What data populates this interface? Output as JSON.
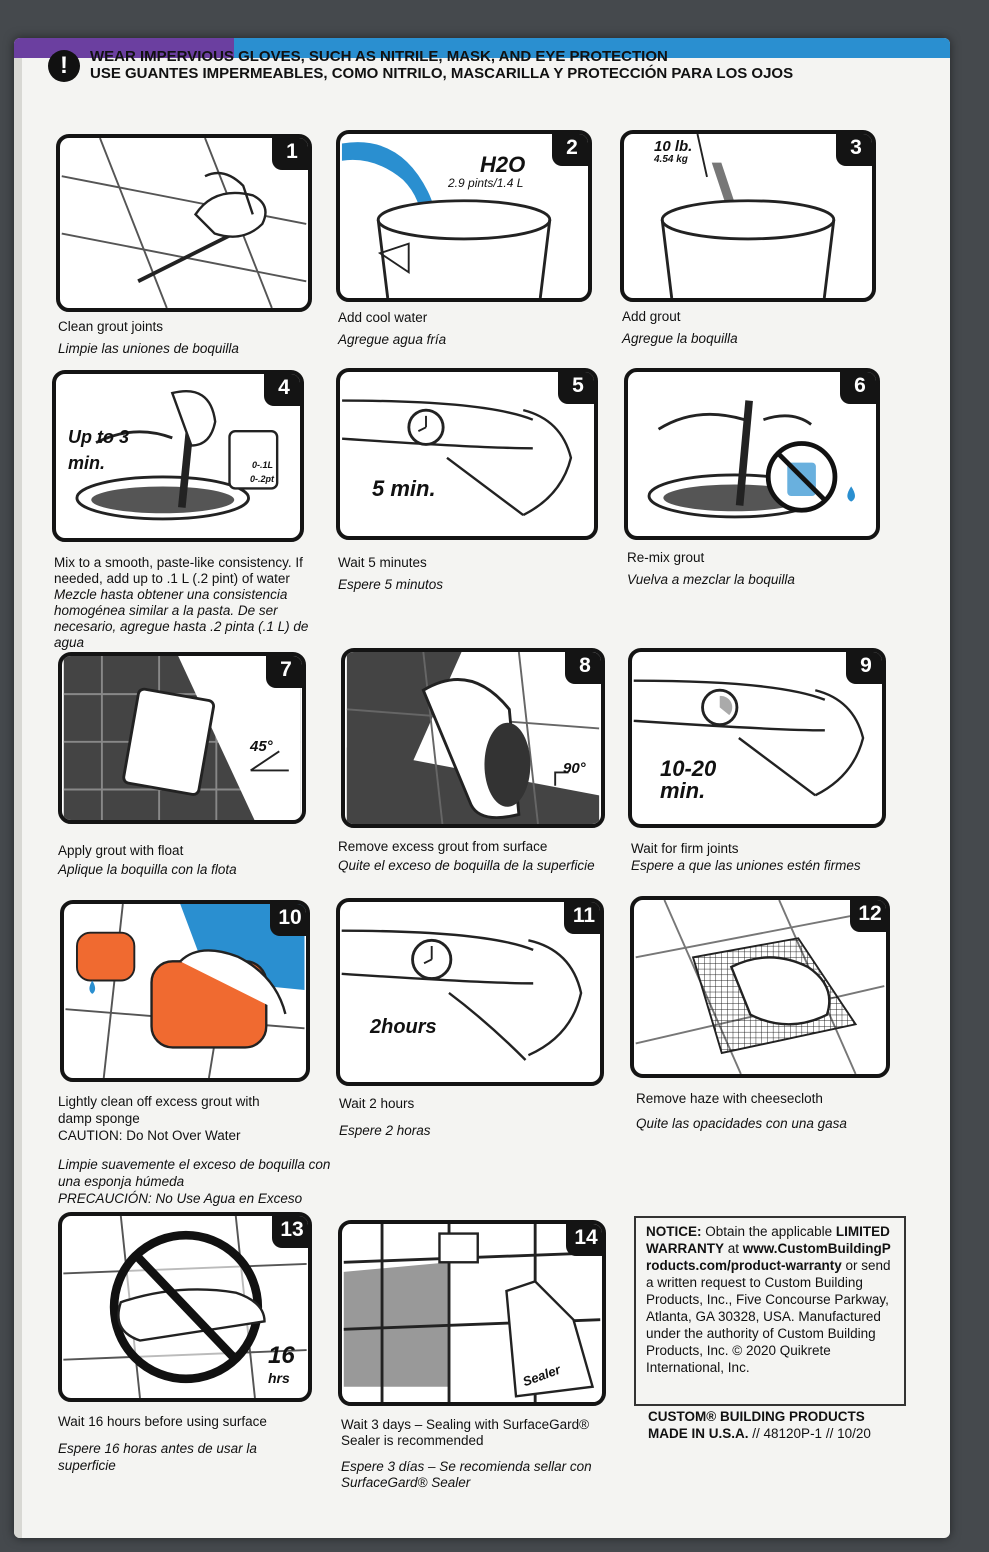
{
  "warning": {
    "icon": "exclamation-icon",
    "line_en": "WEAR IMPERVIOUS GLOVES, SUCH AS NITRILE, MASK, AND EYE PROTECTION",
    "line_es": "USE GUANTES IMPERMEABLES, COMO NITRILO, MASCARILLA Y PROTECCIÓN PARA LOS OJOS"
  },
  "steps": [
    {
      "num": "1",
      "en": "Clean grout joints",
      "es": "Limpie las uniones de boquilla"
    },
    {
      "num": "2",
      "en": "Add cool water",
      "es": "Agregue agua fría",
      "panel_h2o": "H2O",
      "panel_amount": "2.9 pints/1.4 L"
    },
    {
      "num": "3",
      "en": "Add grout",
      "es": "Agregue la boquilla",
      "panel_weight": "10 lb.",
      "panel_kg": "4.54 kg"
    },
    {
      "num": "4",
      "en": "Mix to a smooth, paste-like consistency. If needed, add up to .1 L (.2 pint) of water",
      "es": "Mezcle hasta obtener una consistencia homogénea similar a la pasta. De ser necesario, agregue hasta .2 pinta (.1 L) de agua",
      "panel_time": "Up to 3 min.",
      "panel_cup_l": "0-.1L",
      "panel_cup_pt": "0-.2pt"
    },
    {
      "num": "5",
      "en": "Wait 5 minutes",
      "es": "Espere 5 minutos",
      "panel_time": "5 min."
    },
    {
      "num": "6",
      "en": "Re-mix grout",
      "es": "Vuelva a mezclar la boquilla"
    },
    {
      "num": "7",
      "en": "Apply grout with float",
      "es": "Aplique la boquilla con la flota",
      "panel_angle": "45°"
    },
    {
      "num": "8",
      "en": "Remove excess grout from surface",
      "es": "Quite el exceso de boquilla de la superficie",
      "panel_angle": "90°"
    },
    {
      "num": "9",
      "en": "Wait for firm joints",
      "es": "Espere a que las uniones estén firmes",
      "panel_time": "10-20 min."
    },
    {
      "num": "10",
      "en": "Lightly clean off excess grout with damp sponge",
      "en2": "CAUTION: Do Not Over Water",
      "es": "Limpie suavemente el exceso de boquilla con una esponja húmeda",
      "es2": "PRECAUCIÓN: No Use Agua en Exceso"
    },
    {
      "num": "11",
      "en": "Wait 2 hours",
      "es": "Espere 2 horas",
      "panel_time": "2hours"
    },
    {
      "num": "12",
      "en": "Remove haze with cheesecloth",
      "es": "Quite las opacidades con una gasa"
    },
    {
      "num": "13",
      "en": "Wait 16 hours before using surface",
      "es": "Espere 16 horas antes de usar la superficie",
      "panel_time": "16",
      "panel_unit": "hrs"
    },
    {
      "num": "14",
      "en": "Wait 3 days – Sealing with SurfaceGard® Sealer is recommended",
      "es": "Espere 3 días – Se recomienda sellar con SurfaceGard® Sealer",
      "panel_label": "Sealer"
    }
  ],
  "notice": {
    "label": "NOTICE:",
    "t1": " Obtain the applicable ",
    "b1": "LIMITED WARRANTY",
    "t2": " at ",
    "url": "www.CustomBuildingProducts.com/product-warranty",
    "t3": " or send a written request to Custom Building Products, Inc., Five Concourse Parkway, Atlanta, GA 30328, USA. Manufactured under the authority of Custom Building Products, Inc. © 2020 Quikrete International, Inc."
  },
  "brand": {
    "name": "CUSTOM® BUILDING PRODUCTS",
    "made": "MADE IN U.S.A.",
    "code": " // 48120P-1 // 10/20"
  },
  "colors": {
    "purple": "#6b3fa0",
    "blue": "#2a8fd0",
    "orange": "#f06a30",
    "water": "#2a8fd0"
  }
}
